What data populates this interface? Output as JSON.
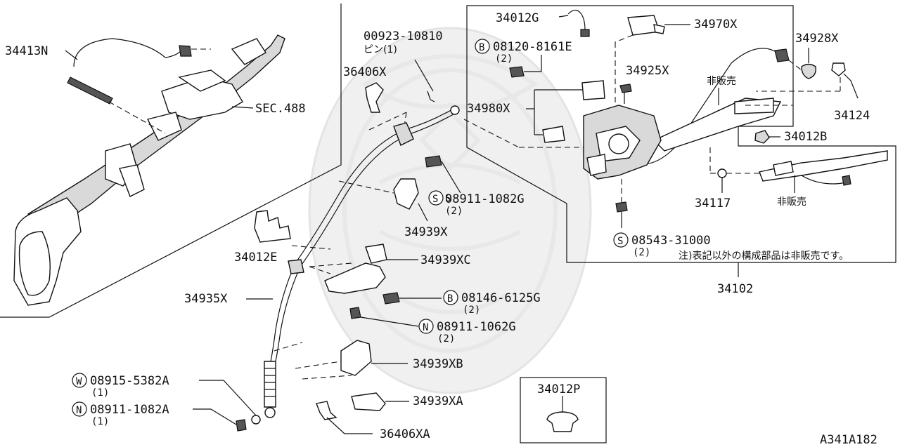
{
  "labels": {
    "p34413N": "34413N",
    "sec488": "SEC.488",
    "p00923": "00923-10810",
    "pin": "ピン(1)",
    "p36406X": "36406X",
    "p34012G": "34012G",
    "p08120": "08120-8161E",
    "p08120_qty": "(2)",
    "p34970X": "34970X",
    "p34928X": "34928X",
    "p34925X": "34925X",
    "hihanbai1": "非販売",
    "p34980X": "34980X",
    "p34124": "34124",
    "p34012B": "34012B",
    "p08911_1082G": "08911-1082G",
    "p08911_1082G_qty": "(2)",
    "p34117": "34117",
    "hihanbai2": "非販売",
    "p34939X": "34939X",
    "p34012E": "34012E",
    "p08543": "08543-31000",
    "p08543_qty": "(2)",
    "note": "注)表記以外の構成部品は非販売です。",
    "p34939XC": "34939XC",
    "p34102": "34102",
    "p34935X": "34935X",
    "p08146": "08146-6125G",
    "p08146_qty": "(2)",
    "p08911_1062G": "08911-1062G",
    "p08911_1062G_qty": "(2)",
    "p34939XB": "34939XB",
    "p08915": "08915-5382A",
    "p08915_qty": "(1)",
    "p34012P": "34012P",
    "p34939XA": "34939XA",
    "p08911_1082A": "08911-1082A",
    "p08911_1082A_qty": "(1)",
    "p36406XA": "36406XA",
    "diagram_id": "A341A182"
  },
  "badges": {
    "b08120": "B",
    "s08911": "S",
    "s08543": "S",
    "b08146": "B",
    "n08911_1062G": "N",
    "w08915": "W",
    "n08911_1082A": "N"
  }
}
